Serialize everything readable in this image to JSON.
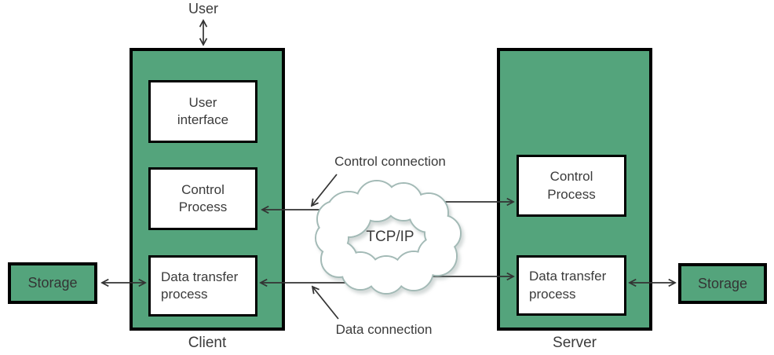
{
  "labels": {
    "user": "User",
    "client": "Client",
    "server": "Server",
    "tcpip": "TCP/IP",
    "control_connection": "Control connection",
    "data_connection": "Data connection",
    "storage_left": "Storage",
    "storage_right": "Storage"
  },
  "client_boxes": {
    "user_interface": [
      "User",
      "interface"
    ],
    "control_process": [
      "Control",
      "Process"
    ],
    "data_transfer": [
      "Data transfer",
      "process"
    ]
  },
  "server_boxes": {
    "control_process": [
      "Control",
      "Process"
    ],
    "data_transfer": [
      "Data transfer",
      "process"
    ]
  },
  "colors": {
    "node_fill": "#54a47c",
    "node_border": "#000000",
    "cloud_stroke": "#a3bab6",
    "line": "#333333",
    "text": "#3b3b3b",
    "bg": "#ffffff"
  }
}
